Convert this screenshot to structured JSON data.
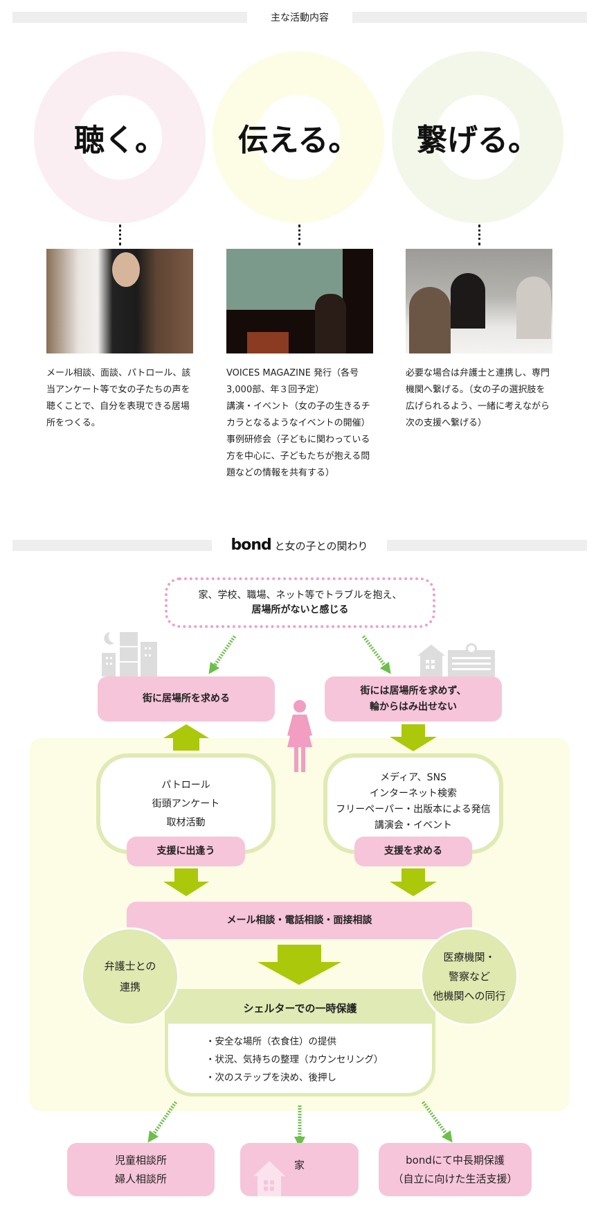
{
  "activities": {
    "title": "主な活動内容",
    "items": [
      {
        "heading": "聴く。",
        "color": "#fbeef2",
        "lines": [
          "メール相談、面談、パトロール、該当アンケート等で女の子たちの声を聴くことで、自分を表現できる居場所をつくる。"
        ]
      },
      {
        "heading": "伝える。",
        "color": "#fdfde6",
        "lines": [
          "VOICES MAGAZINE 発行（各号3,000部、年３回予定）",
          "講演・イベント（女の子の生きるチカラとなるようなイベントの開催）",
          "事例研修会（子どもに関わっている方を中心に、子どもたちが抱える問題などの情報を共有する）"
        ]
      },
      {
        "heading": "繋げる。",
        "color": "#f3f7ea",
        "lines": [
          "必要な場合は弁護士と連携し、専門機関へ繋げる。（女の子の選択肢を広げられるよう、一緒に考えながら次の支援へ繋げる）"
        ]
      }
    ]
  },
  "relation": {
    "logo": "bond",
    "title": "と女の子との関わり",
    "top_bubble": {
      "line1": "家、学校、職場、ネット等でトラブルを抱え、",
      "line2": "居場所がないと感じる"
    },
    "left_box": "街に居場所を求める",
    "right_box": {
      "line1": "街には居場所を求めず、",
      "line2": "輪からはみ出せない"
    },
    "left_list": [
      "パトロール",
      "街頭アンケート",
      "取材活動"
    ],
    "left_label": "支援に出逢う",
    "right_list": [
      "メディア、SNS",
      "インターネット検索",
      "フリーペーパー・出版本による発信",
      "講演会・イベント"
    ],
    "right_label": "支援を求める",
    "consult": "メール相談・電話相談・面接相談",
    "lawyer": [
      "弁護士との",
      "連携"
    ],
    "agencies": [
      "医療機関・",
      "警察など",
      "他機関への同行"
    ],
    "shelter_title": "シェルターでの一時保護",
    "shelter_items": [
      "・安全な場所（衣食住）の提供",
      "・状況、気持ちの整理（カウンセリング）",
      "・次のステップを決め、後押し"
    ],
    "outcomes": [
      {
        "lines": [
          "児童相談所",
          "婦人相談所"
        ]
      },
      {
        "lines": [
          "家"
        ]
      },
      {
        "lines": [
          "bondにて中長期保護",
          "（自立に向けた生活支援）"
        ]
      }
    ]
  },
  "colors": {
    "pink": "#f6c5da",
    "green_arrow": "#abc80a",
    "light_green": "#e0eab4",
    "yellow_bg": "#fdfce4",
    "dotted_green": "#6cbf4a",
    "logo_o": "#a6c800"
  }
}
